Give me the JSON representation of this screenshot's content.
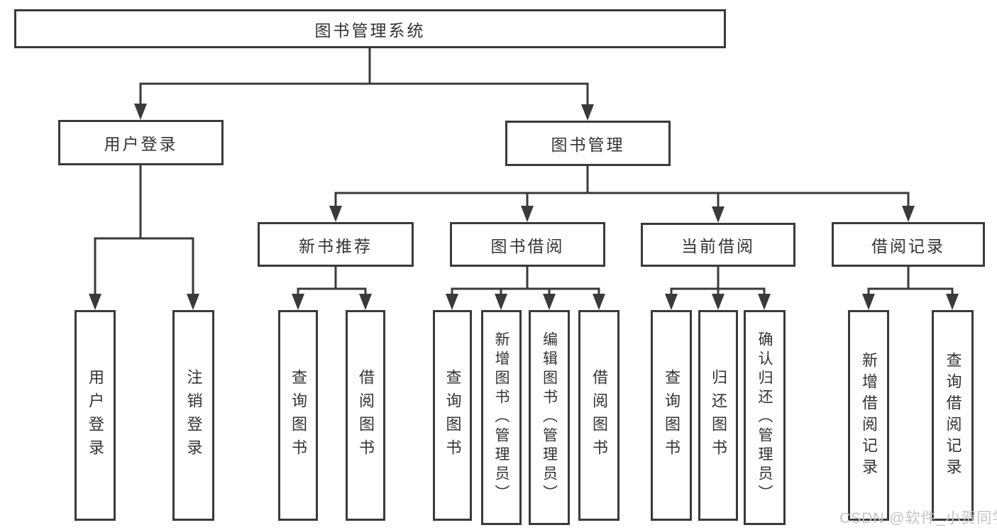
{
  "diagram": {
    "type": "function-structure-tree",
    "line_color": "#3a3a3a",
    "text_color": "#333333",
    "background_color": "#ffffff",
    "watermark": "CSDN @软件_小贺同学",
    "tree": {
      "label": "图书管理系统",
      "children": [
        {
          "label": "用户登录",
          "children": [
            {
              "label": "用户登录"
            },
            {
              "label": "注销登录"
            }
          ]
        },
        {
          "label": "图书管理",
          "children": [
            {
              "label": "新书推荐",
              "children": [
                {
                  "label": "查询图书"
                },
                {
                  "label": "借阅图书"
                }
              ]
            },
            {
              "label": "图书借阅",
              "children": [
                {
                  "label": "查询图书"
                },
                {
                  "label": "新增图书（管理员）"
                },
                {
                  "label": "编辑图书（管理员）"
                },
                {
                  "label": "借阅图书"
                }
              ]
            },
            {
              "label": "当前借阅",
              "children": [
                {
                  "label": "查询图书"
                },
                {
                  "label": "归还图书"
                },
                {
                  "label": "确认归还（管理员）"
                }
              ]
            },
            {
              "label": "借阅记录",
              "children": [
                {
                  "label": "新增借阅记录"
                },
                {
                  "label": "查询借阅记录"
                }
              ]
            }
          ]
        }
      ]
    }
  }
}
